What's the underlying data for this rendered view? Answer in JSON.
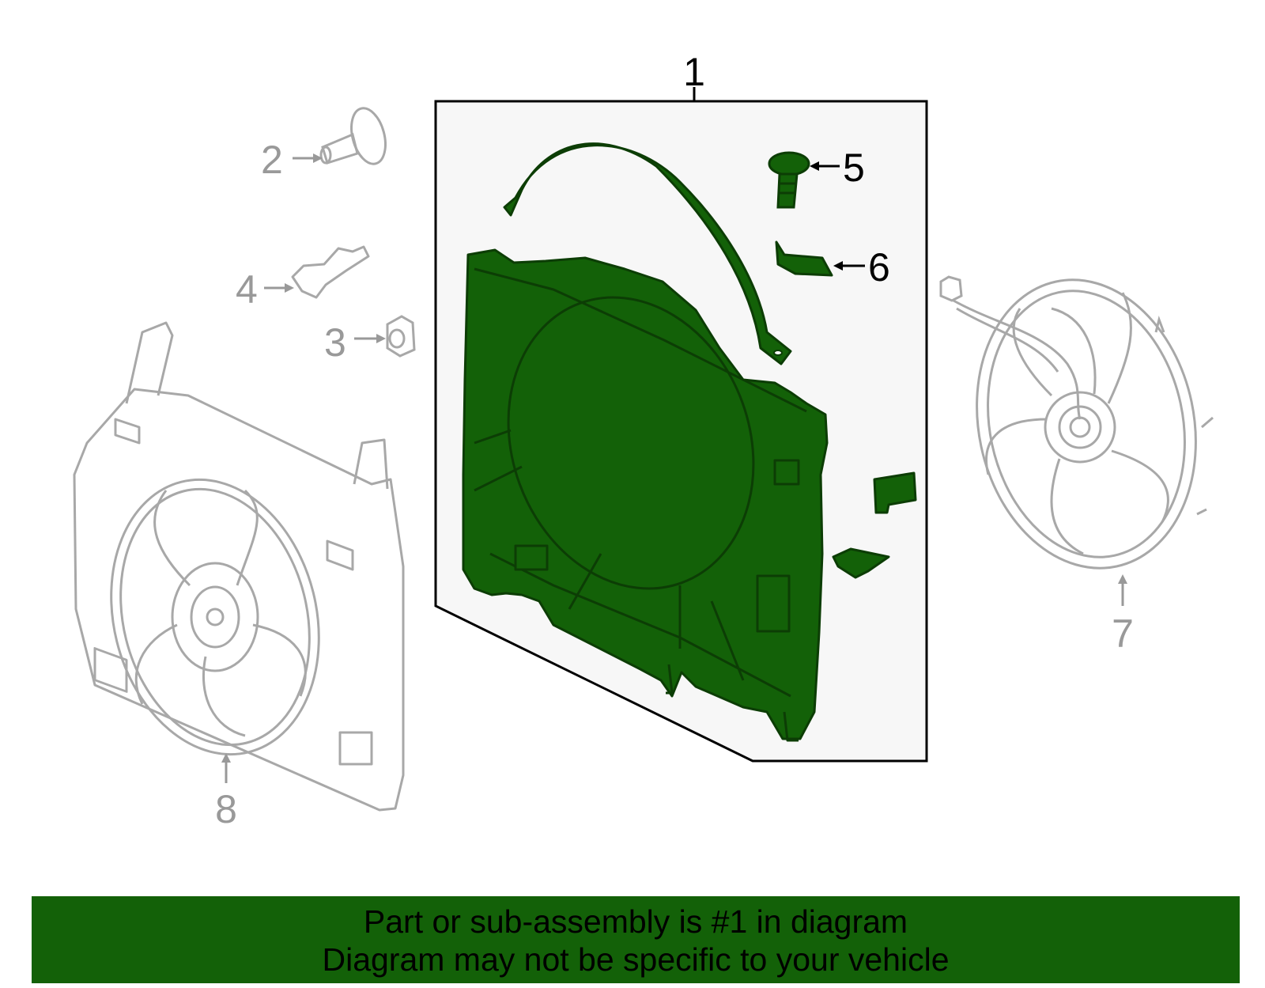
{
  "colors": {
    "highlight": "#136108",
    "highlight_dark": "#0c3d05",
    "other_parts": "#a8a8a8",
    "callout_highlight": "#000000",
    "callout_other": "#999999",
    "panel_fill": "#f7f7f7",
    "footer_bg": "#136108"
  },
  "callouts": {
    "c1": "1",
    "c2": "2",
    "c3": "3",
    "c4": "4",
    "c5": "5",
    "c6": "6",
    "c7": "7",
    "c8": "8"
  },
  "footer": {
    "line1": "Part or sub-assembly is #1 in diagram",
    "line2": "Diagram may not be specific to your vehicle"
  }
}
